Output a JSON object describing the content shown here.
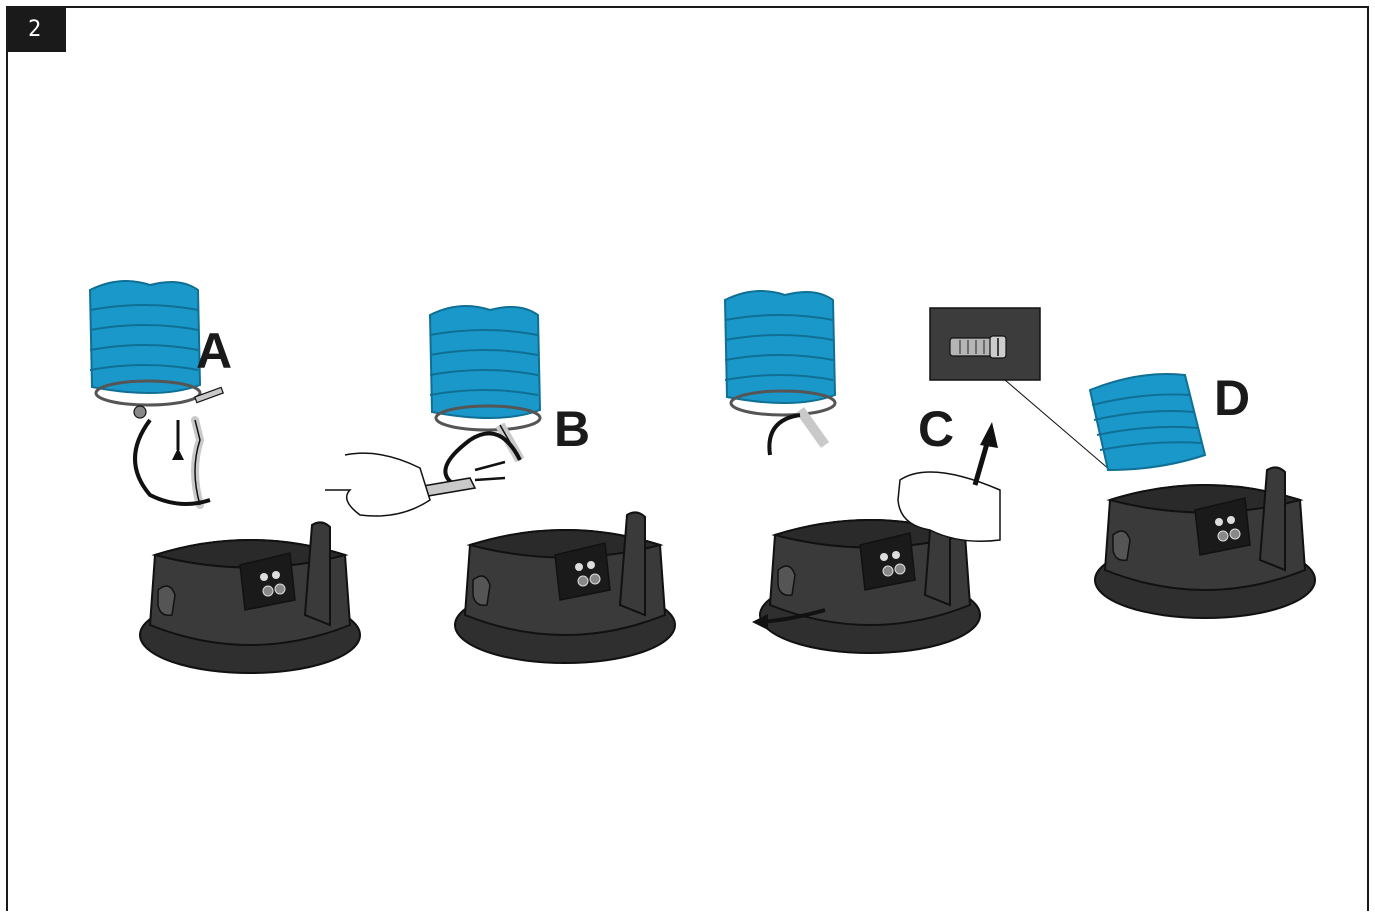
{
  "page_number": "2",
  "steps": [
    {
      "letter": "A",
      "icon": "remove-fan-bolt-icon"
    },
    {
      "letter": "B",
      "icon": "wrench-tighten-icon"
    },
    {
      "letter": "C",
      "icon": "hose-clamp-tighten-icon"
    },
    {
      "letter": "D",
      "icon": "assembled-unit-icon"
    }
  ],
  "colors": {
    "bellows": "#1a98c9",
    "bellows_dark": "#0f6f95",
    "base": "#3a3a3a",
    "base_dark": "#262626",
    "outline": "#111111",
    "metal": "#c9c9c9"
  }
}
